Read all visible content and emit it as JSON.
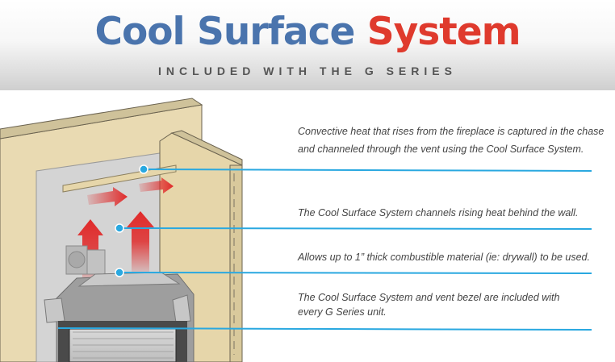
{
  "header": {
    "title_main": "Cool Surface",
    "title_accent": "System",
    "subtitle": "INCLUDED WITH THE G SERIES"
  },
  "callouts": [
    {
      "line1": "Convective heat that rises from the fireplace is captured in the chase",
      "line2": "and channeled through the vent using the Cool Surface System."
    },
    {
      "line1": "The Cool Surface System channels rising heat behind the wall.",
      "line2": ""
    },
    {
      "line1": "Allows up to 1” thick combustible material (ie: drywall) to be used.",
      "line2": ""
    },
    {
      "line1": "The Cool Surface System and vent bezel are included with",
      "line2": "every G Series unit."
    }
  ],
  "colors": {
    "title_blue": "#4a74ad",
    "title_red": "#df3a2d",
    "leader_line": "#29a8e0",
    "wall": "#e9dab2",
    "heat_arrow": "#e02a2a"
  }
}
